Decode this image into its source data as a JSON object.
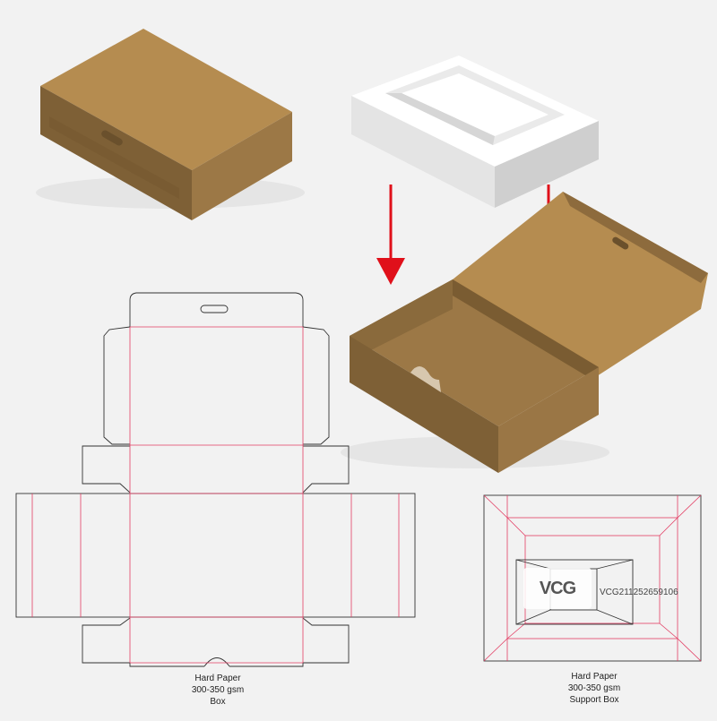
{
  "captions": {
    "box": {
      "line1": "Hard Paper",
      "line2": "300-350 gsm",
      "line3": "Box"
    },
    "support": {
      "line1": "Hard Paper",
      "line2": "300-350 gsm",
      "line3": "Support Box"
    }
  },
  "watermark": {
    "logo": "VCG",
    "id": "VCG211252659106"
  },
  "colors": {
    "background": "#f2f2f2",
    "kraft_top": "#b58c50",
    "kraft_front": "#7e6036",
    "kraft_side": "#9c7846",
    "arrow": "#e0101a",
    "cut_line": "#333333",
    "fold_line": "#e33d63",
    "insert": "#ffffff"
  }
}
